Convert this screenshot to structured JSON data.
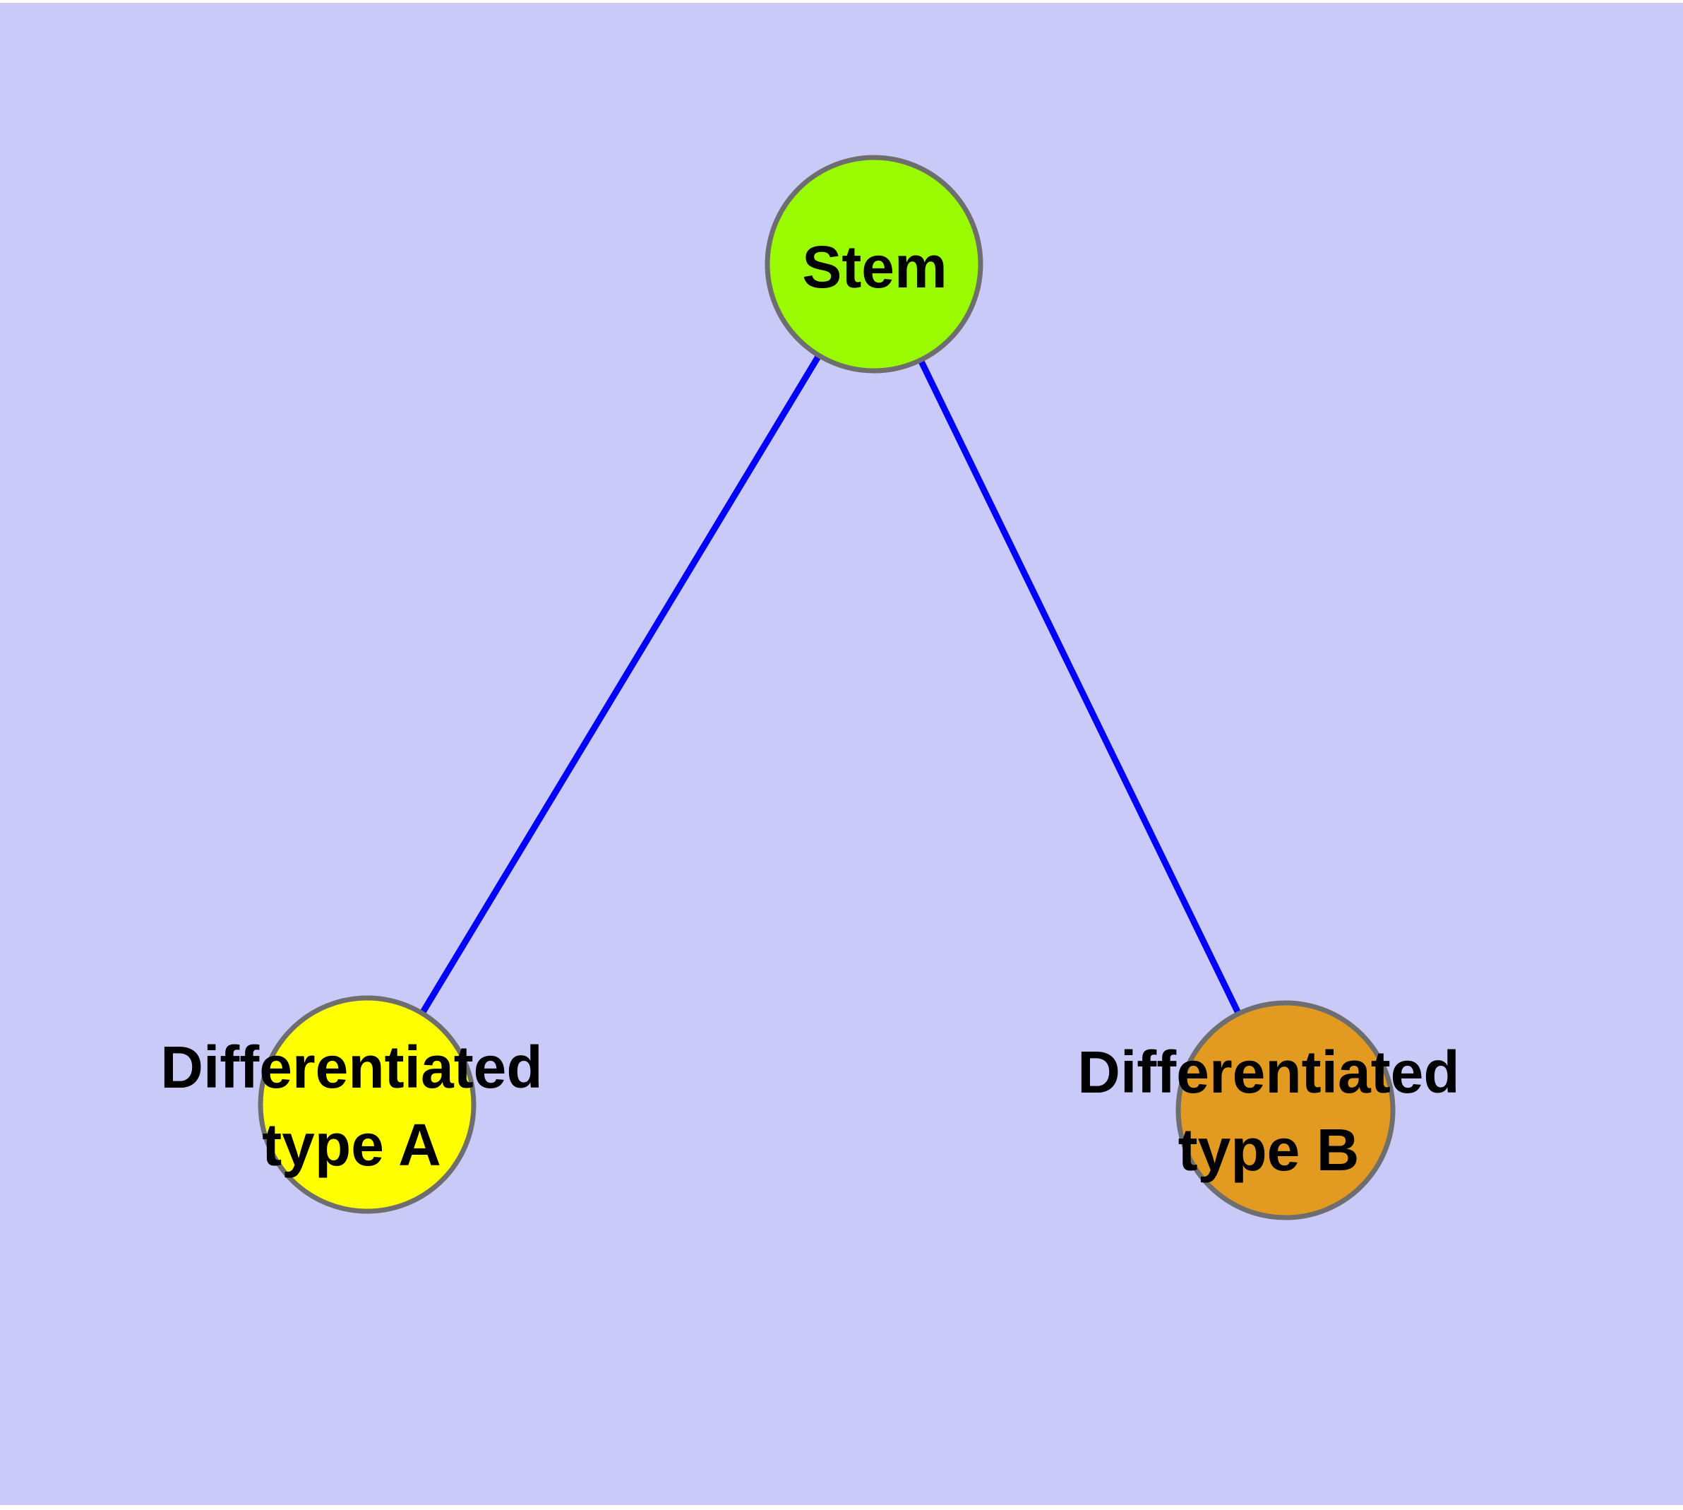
{
  "diagram": {
    "type": "graph",
    "background_color": "#cacaf8",
    "margin_color": "#ffffff",
    "edge_color": "#0000ff",
    "node_border_color": "#6e6e6e",
    "text_color": "#000000",
    "nodes": [
      {
        "id": "stem",
        "label": "Stem",
        "fill_color": "#9afb00"
      },
      {
        "id": "differentiated-type-a",
        "label": "Differentiated\ntype A",
        "fill_color": "#ffff00"
      },
      {
        "id": "differentiated-type-b",
        "label": "Differentiated\ntype B",
        "fill_color": "#e29a20"
      }
    ],
    "edges": [
      {
        "from": "Stem",
        "to": "Differentiated type A"
      },
      {
        "from": "Stem",
        "to": "Differentiated type B"
      }
    ]
  }
}
